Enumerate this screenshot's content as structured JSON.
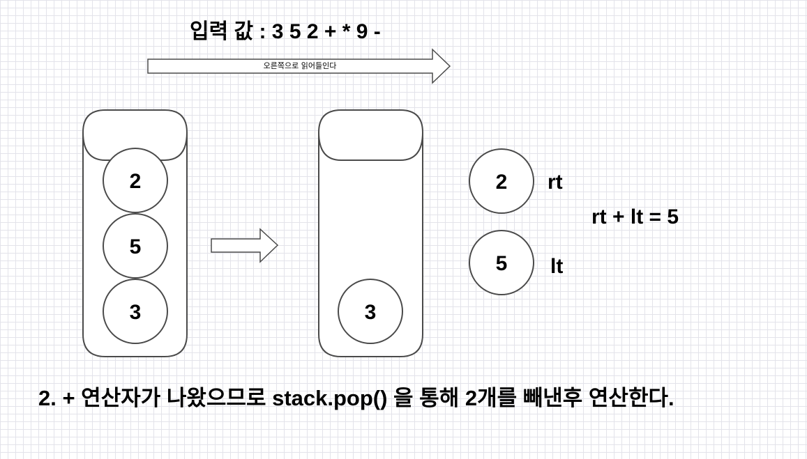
{
  "title": "입력 값 : 3 5 2 + * 9 -",
  "read_arrow_label": "오른쪽으로 읽어들인다",
  "stack_before": {
    "items": [
      "2",
      "5",
      "3"
    ]
  },
  "stack_after": {
    "items": [
      "3"
    ]
  },
  "popped": {
    "rt_value": "2",
    "rt_label": "rt",
    "lt_value": "5",
    "lt_label": "lt"
  },
  "equation": "rt + lt = 5",
  "caption": "2. + 연산자가 나왔으므로 stack.pop() 을 통해 2개를 빼낸후 연산한다.",
  "colors": {
    "stroke": "#4a4a4a",
    "fill": "#ffffff",
    "text": "#000000"
  }
}
